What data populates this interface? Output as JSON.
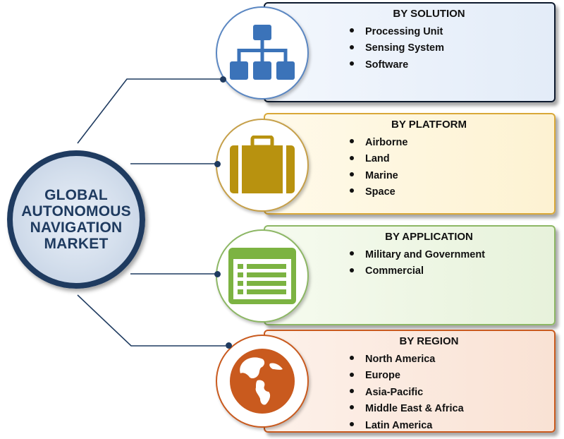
{
  "central": {
    "lines": [
      "GLOBAL",
      "AUTONOMOUS",
      "NAVIGATION",
      "MARKET"
    ]
  },
  "segments": [
    {
      "heading": "BY SOLUTION",
      "icon": "hierarchy-chart-icon",
      "accent": "#5b87c2",
      "items": [
        "Processing Unit",
        "Sensing System",
        "Software"
      ]
    },
    {
      "heading": "BY PLATFORM",
      "icon": "briefcase-icon",
      "accent": "#b8920f",
      "items": [
        "Airborne",
        "Land",
        "Marine",
        "Space"
      ]
    },
    {
      "heading": "BY APPLICATION",
      "icon": "list-window-icon",
      "accent": "#7cb342",
      "items": [
        "Military and Government",
        "Commercial"
      ]
    },
    {
      "heading": "BY REGION",
      "icon": "globe-icon",
      "accent": "#c95a1e",
      "items": [
        "North America",
        "Europe",
        "Asia-Pacific",
        "Middle East & Africa",
        "Latin America"
      ]
    }
  ],
  "colors": {
    "navy": "#1f3b60",
    "connector": "#1f3b60"
  }
}
